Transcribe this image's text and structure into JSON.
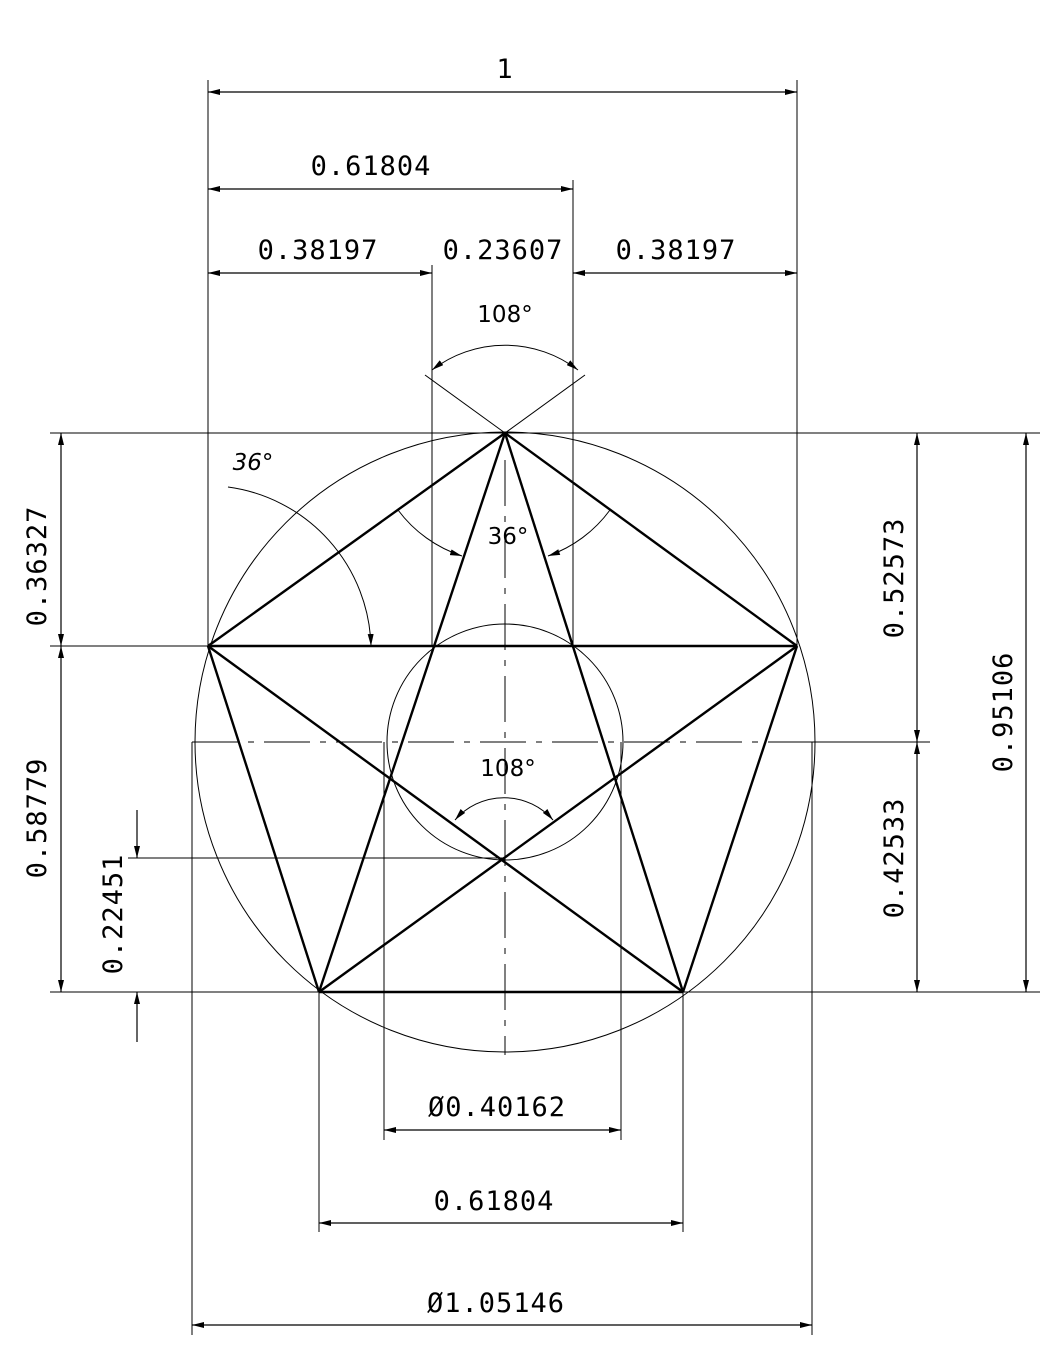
{
  "drawing": {
    "title": "Pentagram construction with dimensions",
    "horizontal_dimensions": {
      "overall_width": "1",
      "left_to_inner_right": "0.61804",
      "left_segment": "0.38197",
      "middle_segment": "0.23607",
      "right_segment": "0.38197",
      "bottom_chord": "0.61804",
      "inner_circle_diameter": "Ø0.40162",
      "outer_circle_diameter": "Ø1.05146"
    },
    "vertical_dimensions": {
      "top_to_crossbar": "0.36327",
      "crossbar_to_bottom": "0.58779",
      "center_to_bottom": "0.22451",
      "top_to_centerline": "0.52573",
      "centerline_to_bottom": "0.42533",
      "overall_height": "0.95106"
    },
    "angles": {
      "top_apex_outer": "108°",
      "left_arm": "36°",
      "apex_inner": "36°",
      "center_inner": "108°"
    }
  }
}
